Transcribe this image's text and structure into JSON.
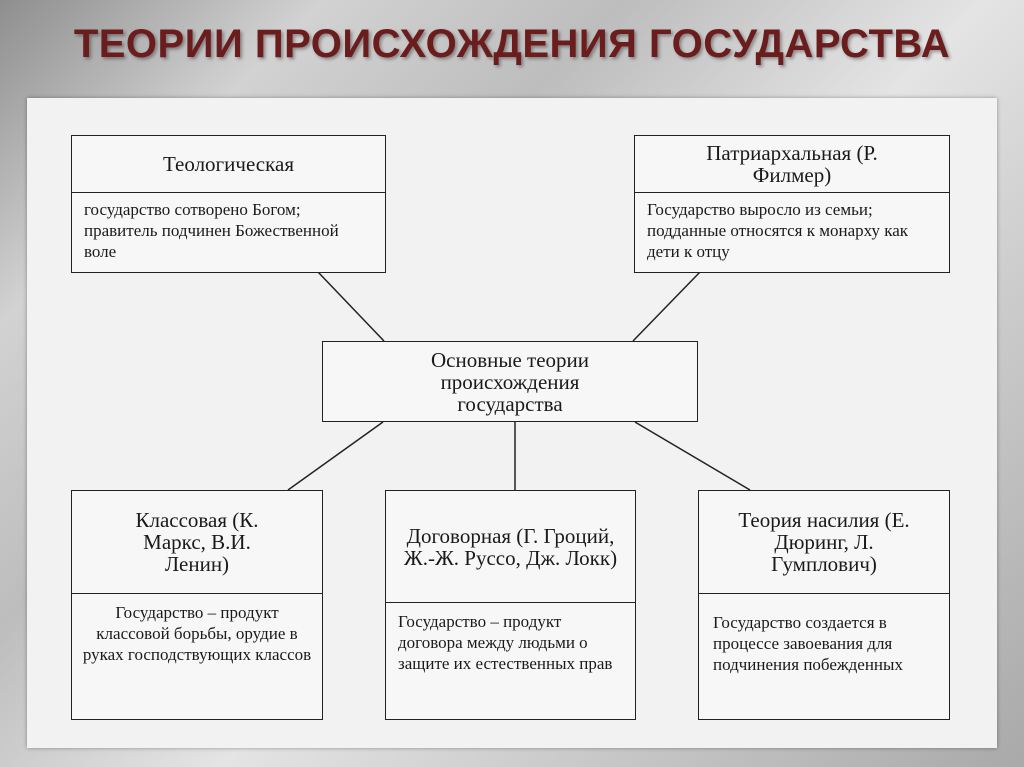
{
  "title": "ТЕОРИИ ПРОИСХОЖДЕНИЯ ГОСУДАРСТВА",
  "center": "Основные теории происхождения государства",
  "theories": {
    "theological": {
      "head": "Теологическая",
      "desc": "государство сотворено Богом; правитель подчинен Божественной воле"
    },
    "patriarchal": {
      "head": "Патриархальная (Р. Филмер)",
      "desc": "Государство выросло из семьи; подданные относятся к монарху как дети к отцу"
    },
    "class": {
      "head": "Классовая (К. Маркс, В.И. Ленин)",
      "desc": "Государство – продукт классовой борьбы, орудие в руках господствующих классов"
    },
    "contract": {
      "head": "Договорная (Г. Гроций, Ж.-Ж. Руссо, Дж. Локк)",
      "desc": "Государство – продукт договора между людьми о защите их естественных прав"
    },
    "violence": {
      "head": "Теория насилия (Е. Дюринг, Л. Гумплович)",
      "desc": "Государство создается в процессе завоевания для подчинения побежденных"
    }
  }
}
